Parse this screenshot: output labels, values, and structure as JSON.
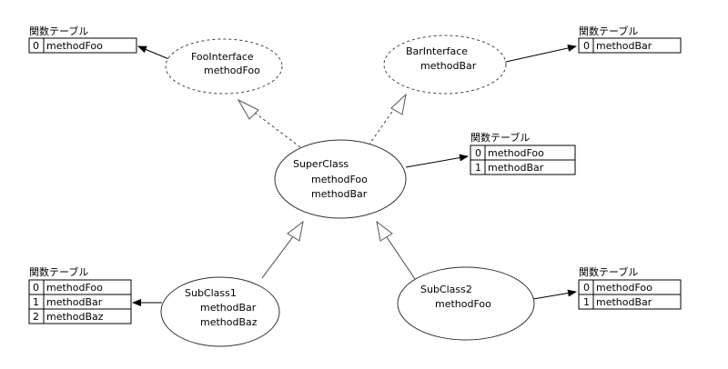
{
  "vtable_caption": "関数テーブル",
  "nodes": {
    "foo_interface": {
      "name": "FooInterface",
      "methods": [
        "methodFoo"
      ]
    },
    "bar_interface": {
      "name": "BarInterface",
      "methods": [
        "methodBar"
      ]
    },
    "super_class": {
      "name": "SuperClass",
      "methods": [
        "methodFoo",
        "methodBar"
      ]
    },
    "sub_class1": {
      "name": "SubClass1",
      "methods": [
        "methodBar",
        "methodBaz"
      ]
    },
    "sub_class2": {
      "name": "SubClass2",
      "methods": [
        "methodFoo"
      ]
    }
  },
  "tables": {
    "foo_interface": {
      "caption": "関数テーブル",
      "rows": [
        {
          "index": "0",
          "method": "methodFoo"
        }
      ]
    },
    "bar_interface": {
      "caption": "関数テーブル",
      "rows": [
        {
          "index": "0",
          "method": "methodBar"
        }
      ]
    },
    "super_class": {
      "caption": "関数テーブル",
      "rows": [
        {
          "index": "0",
          "method": "methodFoo"
        },
        {
          "index": "1",
          "method": "methodBar"
        }
      ]
    },
    "sub_class1": {
      "caption": "関数テーブル",
      "rows": [
        {
          "index": "0",
          "method": "methodFoo"
        },
        {
          "index": "1",
          "method": "methodBar"
        },
        {
          "index": "2",
          "method": "methodBaz"
        }
      ]
    },
    "sub_class2": {
      "caption": "関数テーブル",
      "rows": [
        {
          "index": "0",
          "method": "methodFoo"
        },
        {
          "index": "1",
          "method": "methodBar"
        }
      ]
    }
  }
}
